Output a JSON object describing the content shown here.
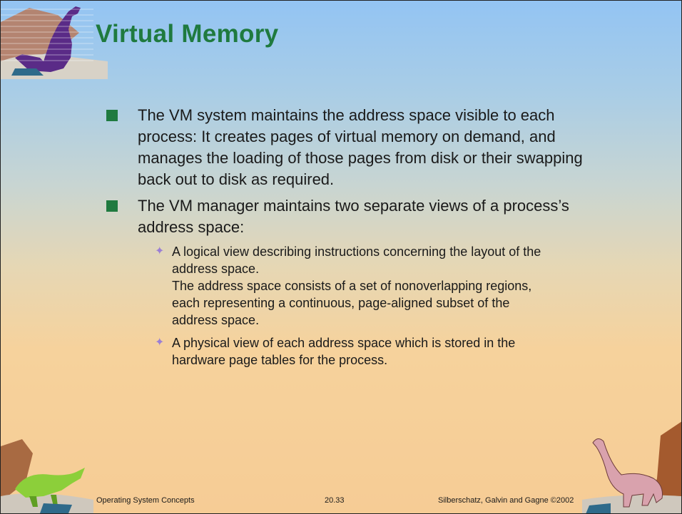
{
  "slide": {
    "title": "Virtual Memory",
    "bullets": [
      {
        "text": "The VM system maintains the address space visible to each process:  It creates pages of virtual memory on demand, and manages the loading of those pages from disk or their swapping back out to disk as required."
      },
      {
        "text": "The VM manager maintains two separate views of a process’s address space:"
      }
    ],
    "sub_bullets": [
      {
        "text": "A logical view describing instructions concerning the layout of the address space.",
        "text2": "The address space consists of a set of nonoverlapping regions, each representing a continuous, page-aligned subset of the address space."
      },
      {
        "text": "A physical view of each address space which is stored in the hardware page tables for the process."
      }
    ],
    "footer": {
      "left": "Operating System Concepts",
      "center": "20.33",
      "right": "Silberschatz, Galvin and  Gagne ©2002"
    },
    "colors": {
      "title": "#1f7a3f",
      "bullet_marker": "#1f7a3f",
      "sub_marker": "#9b7fd4"
    },
    "icons": [
      "dinosaur-top-left-icon",
      "triceratops-bottom-left-icon",
      "brontosaurus-bottom-right-icon"
    ]
  }
}
